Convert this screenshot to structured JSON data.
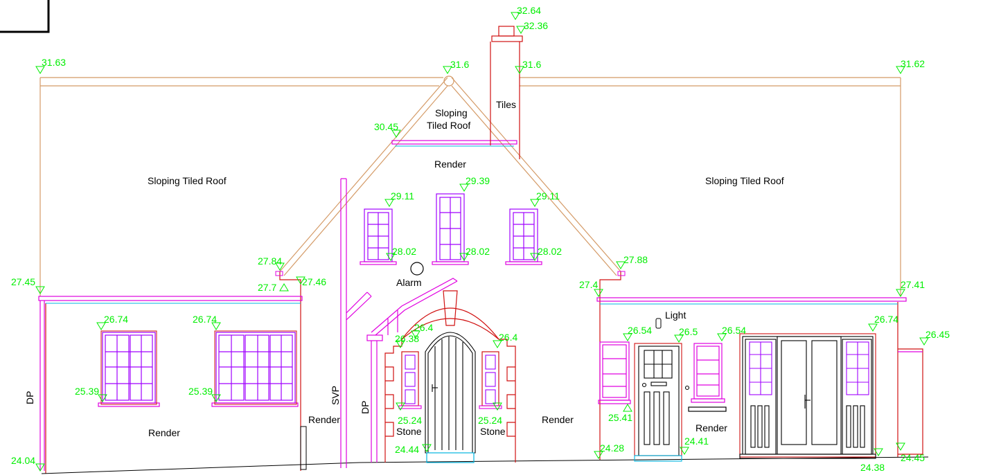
{
  "drawing": {
    "type": "building-elevation",
    "colors": {
      "roof": "#d49a66",
      "wall": "#d01010",
      "window": "#a000ff",
      "magenta": "#e000e0",
      "level": "#00ee00",
      "cyan": "#00b4e0",
      "outline": "#000000"
    },
    "labels": {
      "roof_left": "Sloping Tiled Roof",
      "roof_right": "Sloping Tiled Roof",
      "roof_gable_1": "Sloping",
      "roof_gable_2": "Tiled Roof",
      "tiles": "Tiles",
      "render_gable": "Render",
      "alarm": "Alarm",
      "light": "Light",
      "render_left": "Render",
      "render_mid_left": "Render",
      "render_mid": "Render",
      "render_right": "Render",
      "stone_left": "Stone",
      "stone_right": "Stone",
      "svp": "SVP",
      "dp_left": "DP",
      "dp_mid": "DP"
    },
    "levels": {
      "chimney_top": "32.64",
      "chimney_cap": "32.36",
      "ridge_left_end": "31.63",
      "gable_apex": "31.6",
      "chimney_base": "31.6",
      "ridge_right_end": "31.62",
      "gable_bargeboard": "30.45",
      "win_g_left_head": "29.11",
      "win_g_mid_head": "29.39",
      "win_g_right_head": "29.11",
      "win_g_left_sill": "28.02",
      "win_g_mid_sill": "28.02",
      "win_g_right_sill": "28.02",
      "gable_eave_left": "27.84",
      "gable_eave_right": "27.88",
      "eave_left_wing": "27.45",
      "step_left": "27.7",
      "step_left_top": "27.46",
      "eave_right_wing_left": "27.4",
      "eave_right_wing_right": "27.41",
      "win_l1_head": "26.74",
      "win_l2_head": "26.74",
      "win_l1_sill": "25.39",
      "win_l2_sill": "25.39",
      "arch_window_left_head": "26.38",
      "arch_top": "26.4",
      "arch_window_right_head": "26.4",
      "arch_window_left_sill": "25.24",
      "arch_window_right_sill": "25.24",
      "door_threshold": "24.44",
      "ground_left": "24.04",
      "win_r1_head": "26.54",
      "door_r_head": "26.5",
      "win_r2_head": "26.54",
      "patio_head": "26.74",
      "annex_top": "26.45",
      "win_r1_sill": "25.41",
      "ground_right_wing": "24.28",
      "door_r_threshold": "24.41",
      "patio_threshold": "24.38",
      "annex_ground": "24.45"
    }
  }
}
